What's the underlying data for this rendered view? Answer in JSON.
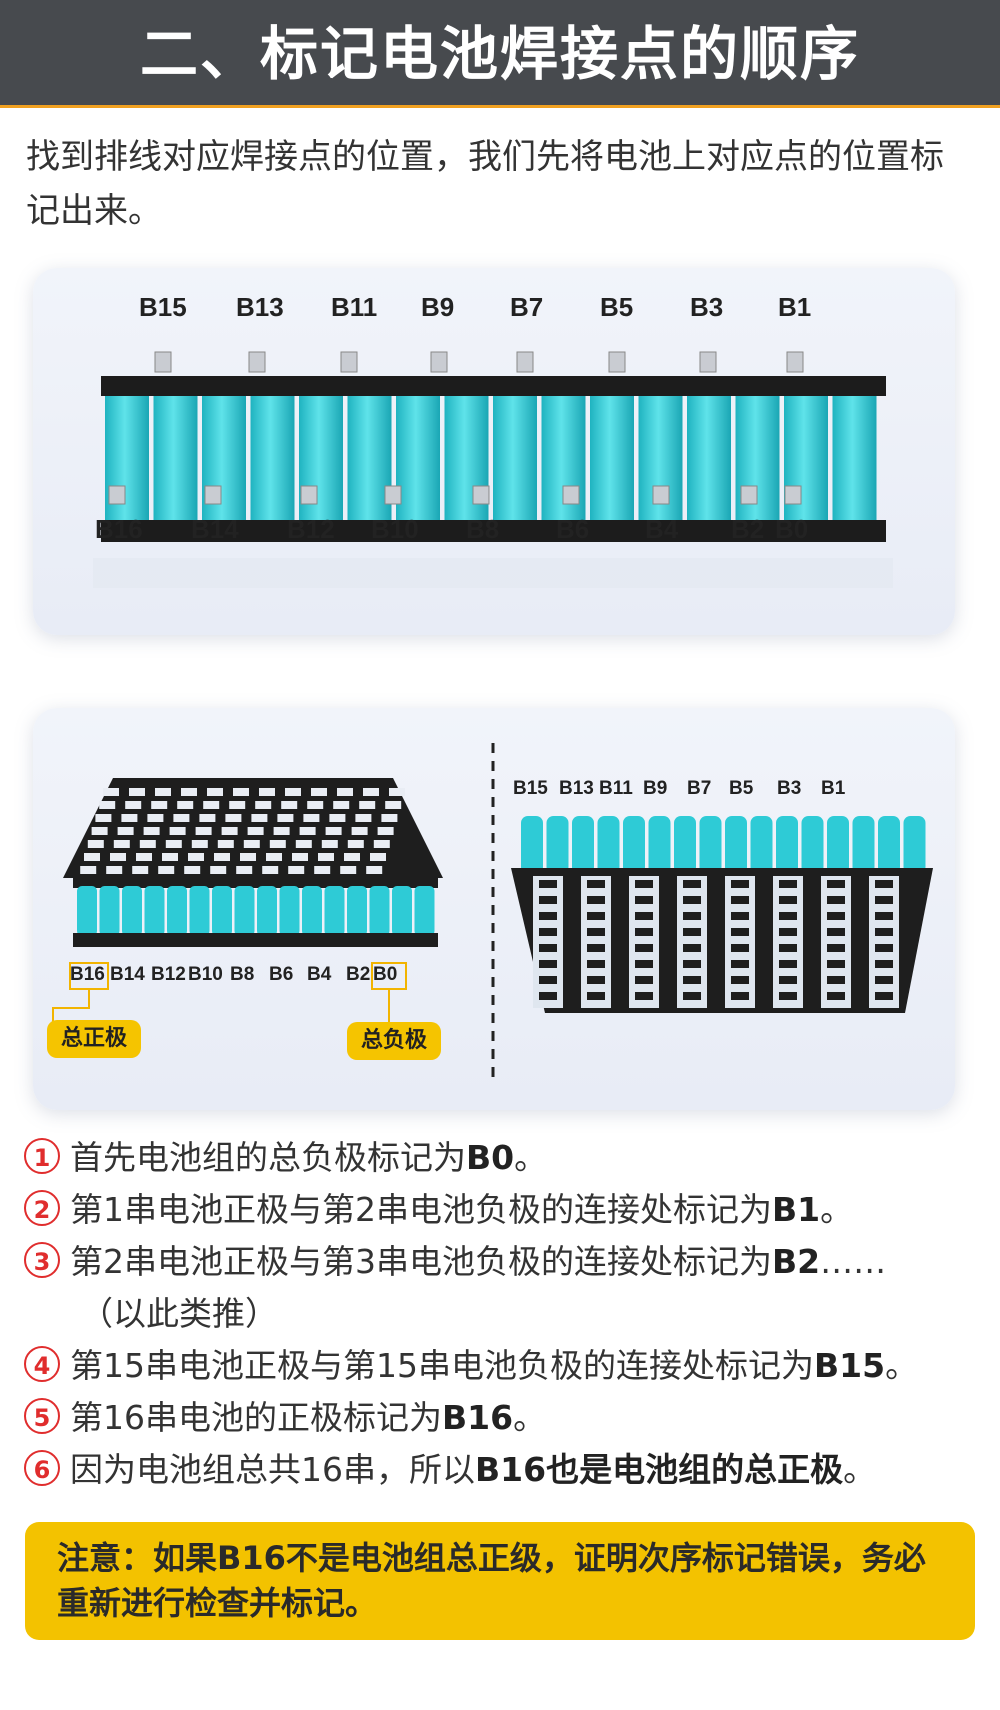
{
  "header": {
    "title": "二、标记电池焊接点的顺序"
  },
  "intro": "找到排线对应焊接点的位置，我们先将电池上对应点的位置标记出来。",
  "figure1": {
    "top_labels": [
      "B15",
      "B13",
      "B11",
      "B9",
      "B7",
      "B5",
      "B3",
      "B1"
    ],
    "bottom_labels": [
      "B16",
      "B14",
      "B12",
      "B10",
      "B8",
      "B6",
      "B4",
      "B2",
      "B0"
    ]
  },
  "figure2": {
    "left_bottom_labels": [
      "B16",
      "B14",
      "B12",
      "B10",
      "B8",
      "B6",
      "B4",
      "B2",
      "B0"
    ],
    "positive_tag": "总正极",
    "negative_tag": "总负极",
    "right_top_labels": [
      "B15",
      "B13",
      "B11",
      "B9",
      "B7",
      "B5",
      "B3",
      "B1"
    ]
  },
  "steps": [
    {
      "num": "1",
      "text": "首先电池组的总负极标记为",
      "bold": "B0",
      "after": "。"
    },
    {
      "num": "2",
      "text": "第1串电池正极与第2串电池负极的连接处标记为",
      "bold": "B1",
      "after": "。"
    },
    {
      "num": "3",
      "text": "第2串电池正极与第3串电池负极的连接处标记为",
      "bold": "B2",
      "after": "……",
      "cont": "（以此类推）"
    },
    {
      "num": "4",
      "text": "第15串电池正极与第15串电池负极的连接处标记为",
      "bold": "B15",
      "after": "。"
    },
    {
      "num": "5",
      "text": "第16串电池的正极标记为",
      "bold": "B16",
      "after": "。"
    },
    {
      "num": "6",
      "text": "因为电池组总共16串，所以",
      "bold": "B16也是电池组的总正极",
      "after": "。"
    }
  ],
  "note": "注意：如果B16不是电池组总正级，证明次序标记错误，务必重新进行检查并标记。",
  "colors": {
    "header_bg": "#474a4e",
    "accent": "#f0a020",
    "cell": "#2ecbd6",
    "note_bg": "#f3c200",
    "step_num": "#e02d2d"
  }
}
